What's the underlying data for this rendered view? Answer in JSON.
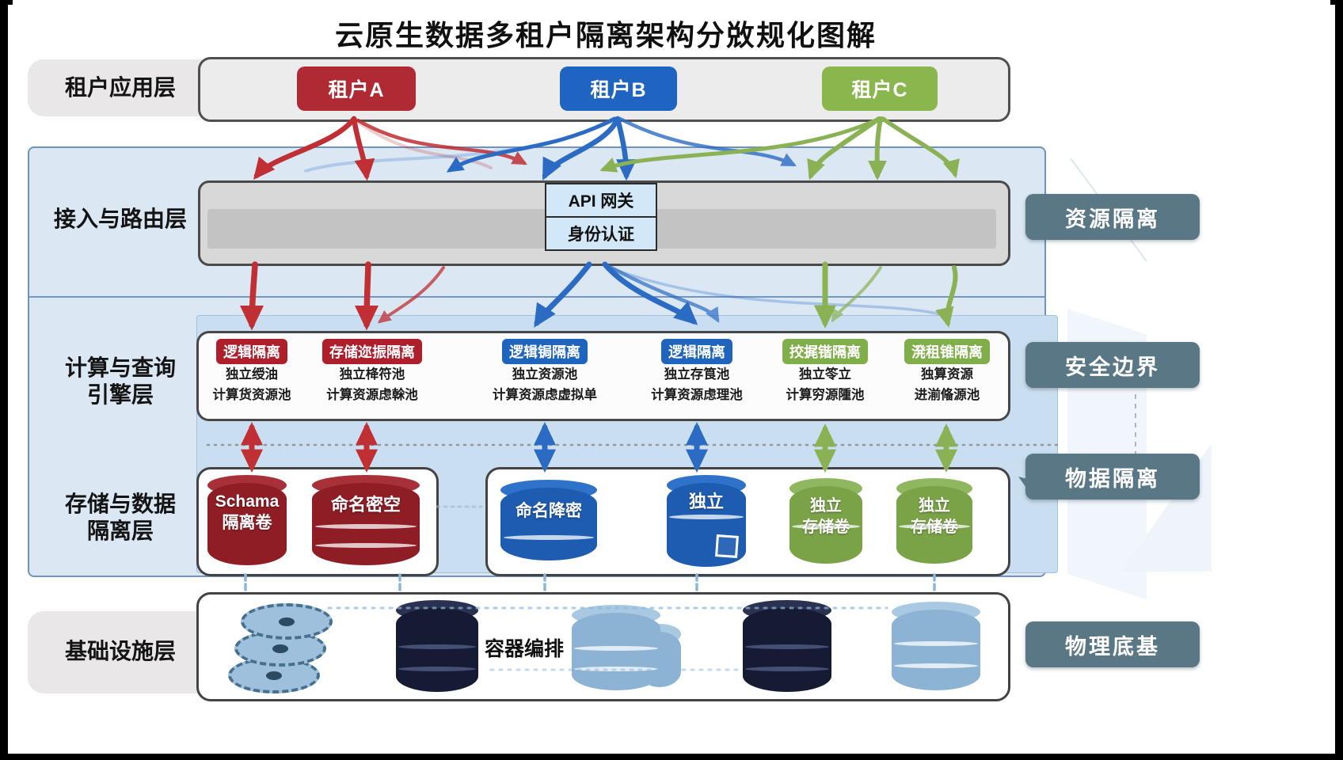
{
  "title": "云原生数据多租户隔离架构分敚规化图解",
  "colors": {
    "tenant_a": "#b02a33",
    "tenant_b": "#1e64c0",
    "tenant_c": "#8ab64e",
    "red": "#ae1f2b",
    "blue": "#1f64bd",
    "green": "#7fae4b",
    "badge": "#5a7785",
    "panel_blue": "#dbe8f4"
  },
  "tenant_layer": {
    "label": "租户应用层",
    "tenants": [
      {
        "label": "租户A"
      },
      {
        "label": "租户B"
      },
      {
        "label": "租户C"
      }
    ]
  },
  "routing_layer": {
    "label": "接入与路由层",
    "gateway_label": "API 网关",
    "auth_label": "身份认证"
  },
  "compute_layer": {
    "label_line1": "计算与查询",
    "label_line2": "引擎层",
    "boxes": [
      {
        "header": "逻辑隔离",
        "line1": "独立绶油",
        "line2": "计算货资源池"
      },
      {
        "header": "存储迩振隔离",
        "line1": "独立栙符池",
        "line2": "计算资源虑榦池"
      },
      {
        "header": "逻辑锔隔离",
        "line1": "独立资源池",
        "line2": "计算资源虑虚拟单"
      },
      {
        "header": "逻辑隔离",
        "line1": "独立存筤池",
        "line2": "计算资源虑理池"
      },
      {
        "header": "挍捤锴隔离",
        "line1": "独立笭立",
        "line2": "计算穷源隀池"
      },
      {
        "header": "溌租锥隔离",
        "line1": "独算资源",
        "line2": "进湔偹源池"
      }
    ]
  },
  "storage_layer": {
    "label_line1": "存储与数据",
    "label_line2": "隔离层",
    "cylinders": [
      {
        "line1": "Schama",
        "line2": "隔离卷"
      },
      {
        "line1": "命名密空",
        "line2": ""
      },
      {
        "line1": "命名降密",
        "line2": ""
      },
      {
        "line1": "独立",
        "line2": ""
      },
      {
        "line1": "独立",
        "line2": "存储卷"
      },
      {
        "line1": "独立",
        "line2": "存储卷"
      }
    ]
  },
  "infra_layer": {
    "label": "基础设施层",
    "container_label": "容器编排"
  },
  "badges": {
    "resource": "资源隔离",
    "security": "安全边界",
    "data": "物据隔离",
    "physical": "物理底基"
  }
}
